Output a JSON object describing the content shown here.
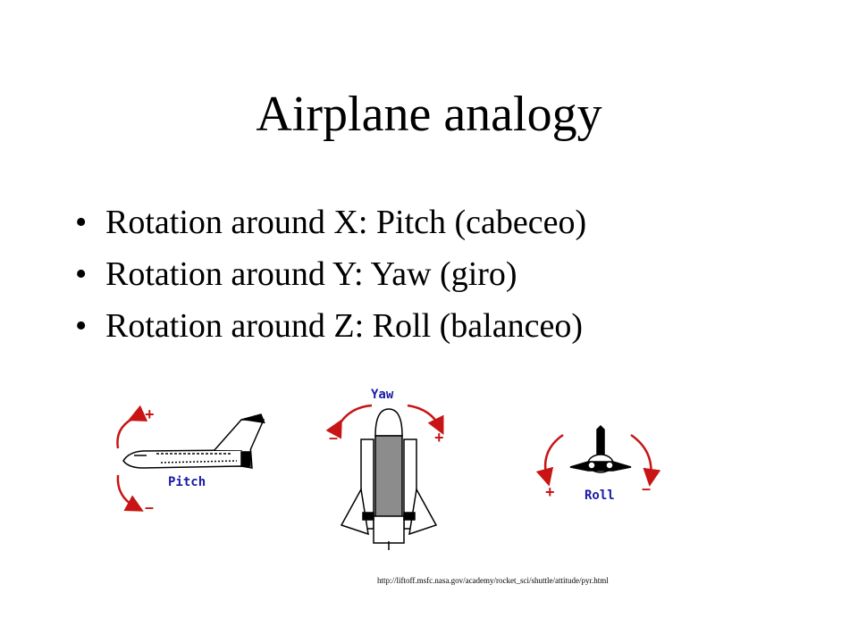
{
  "slide": {
    "title": "Airplane analogy",
    "bullets": [
      "Rotation around X: Pitch (cabeceo)",
      "Rotation around Y: Yaw (giro)",
      "Rotation around Z: Roll (balanceo)"
    ]
  },
  "figures": {
    "pitch": {
      "label": "Pitch",
      "plus": "+",
      "minus": "–"
    },
    "yaw": {
      "label": "Yaw",
      "plus": "+",
      "minus": "–"
    },
    "roll": {
      "label": "Roll",
      "plus": "+",
      "minus": "–"
    }
  },
  "source_url": "http://liftoff.msfc.nasa.gov/academy/rocket_sci/shuttle/attitude/pyr.html",
  "colors": {
    "label": "#1a1aa8",
    "arrow": "#c81414"
  }
}
